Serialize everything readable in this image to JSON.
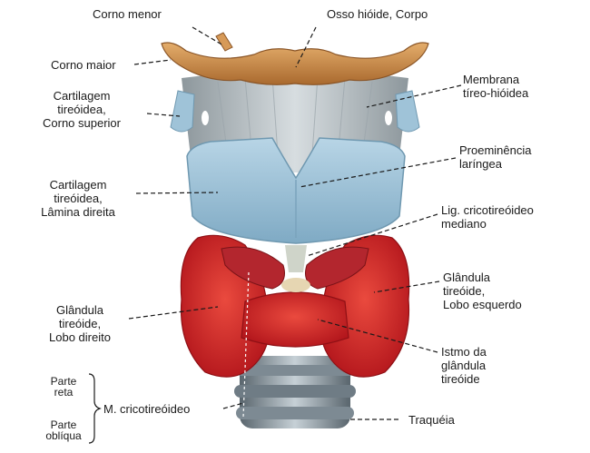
{
  "labels": {
    "corno_menor": "Corno menor",
    "osso_hioide": "Osso hióide, Corpo",
    "corno_maior": "Corno maior",
    "membrana": [
      "Membrana",
      "tíreo-hióidea"
    ],
    "cart_corno_sup": [
      "Cartilagem",
      "tireóidea,",
      "Corno superior"
    ],
    "proeminencia": [
      "Proeminência",
      "laríngea"
    ],
    "cart_lamina": [
      "Cartilagem",
      "tireóidea,",
      "Lâmina direita"
    ],
    "lig_crico": [
      "Lig. cricotireóideo",
      "mediano"
    ],
    "glandula_esq": [
      "Glândula",
      "tireóide,",
      "Lobo esquerdo"
    ],
    "glandula_dir": [
      "Glândula",
      "tireóide,",
      "Lobo direito"
    ],
    "istmo": [
      "Istmo da",
      "glândula",
      "tireóide"
    ],
    "traqueia": "Traquéia",
    "parte_reta": [
      "Parte",
      "reta"
    ],
    "parte_obliqua": [
      "Parte",
      "oblíqua"
    ],
    "m_crico": "M. cricotireóideo"
  },
  "colors": {
    "bone": "#c98a4a",
    "membrane": "#b9c3c8",
    "cartilage": "#9fc3d8",
    "thyroid": "#d8262a",
    "muscle": "#b3262e",
    "trachea": "#8a98a2"
  }
}
